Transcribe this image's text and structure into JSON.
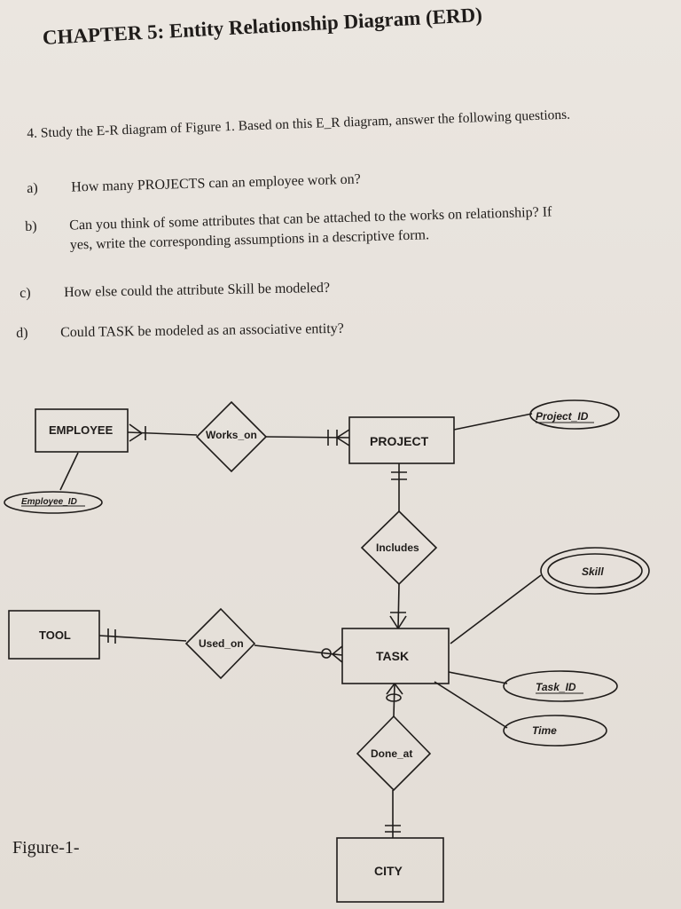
{
  "header": {
    "title": "CHAPTER 5: Entity Relationship Diagram (ERD)"
  },
  "question": {
    "intro": "4. Study the E-R diagram of Figure 1. Based on this E_R diagram, answer the following questions.",
    "items": [
      {
        "letter": "a)",
        "text": "How many PROJECTS can an employee work on?"
      },
      {
        "letter": "b)",
        "text": "Can you think of some attributes that can be attached to the works on relationship? If",
        "text2": "yes, write the corresponding assumptions in a descriptive form."
      },
      {
        "letter": "c)",
        "text": "How else could the attribute Skill be modeled?"
      },
      {
        "letter": "d)",
        "text": "Could TASK be modeled as an associative entity?"
      }
    ]
  },
  "diagram": {
    "entities": {
      "employee": "EMPLOYEE",
      "project": "PROJECT",
      "tool": "TOOL",
      "task": "TASK",
      "city": "CITY"
    },
    "relationships": {
      "works_on": "Works_on",
      "includes": "Includes",
      "used_on": "Used_on",
      "done_at": "Done_at"
    },
    "attributes": {
      "project_id": "Project_ID",
      "employee_id": "Employee_ID",
      "skill": "Skill",
      "task_id": "Task_ID",
      "time": "Time"
    },
    "figure_label": "Figure-1-"
  },
  "colors": {
    "paper": "#e8e3dd",
    "ink": "#1f1c1a"
  }
}
